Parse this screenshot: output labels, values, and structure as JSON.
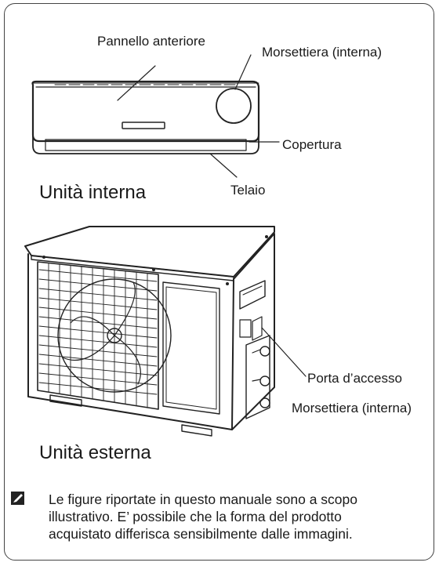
{
  "indoor": {
    "label_front_panel": "Pannello anteriore",
    "label_terminal_block": "Morsettiera (interna)",
    "label_cover": "Copertura",
    "label_frame": "Telaio",
    "caption": "Unità interna"
  },
  "outdoor": {
    "label_access_door": "Porta d’accesso",
    "label_terminal_block": "Morsettiera (interna)",
    "caption": "Unità esterna"
  },
  "note": {
    "icon": "pencil-note-icon",
    "lines": [
      "Le figure riportate in questo manuale sono a scopo",
      "illustrativo. E’ possibile che la forma del prodotto",
      "acquistato differisca sensibilmente dalle immagini."
    ]
  }
}
